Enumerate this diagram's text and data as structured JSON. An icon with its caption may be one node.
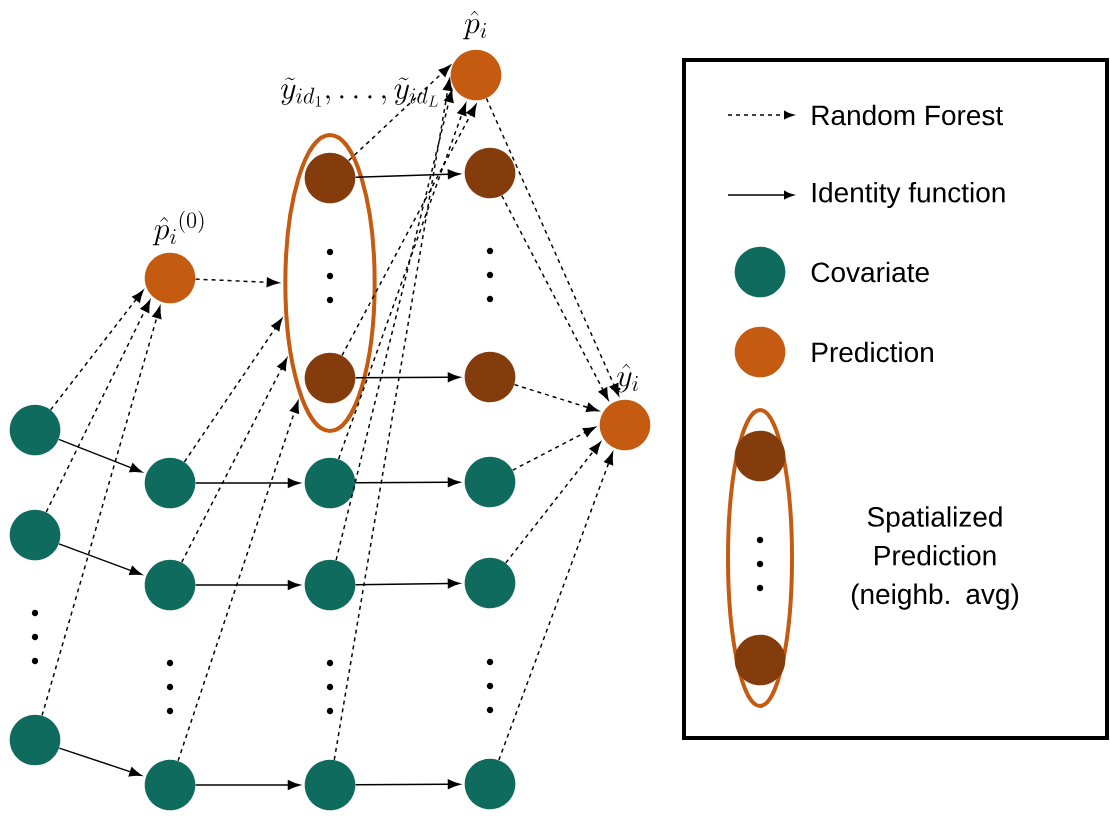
{
  "diagram": {
    "nodes": [
      {
        "text": [],
        "shape": "circle"
      },
      {
        "text": [],
        "shape": "circle"
      },
      {
        "text": [],
        "shape": "circle"
      },
      {
        "text": [
          "\\hat{p}_i{}^{(0)}"
        ]
      },
      {
        "text": [],
        "shape": "circle"
      },
      {
        "text": [],
        "shape": "circle"
      },
      {
        "text": [],
        "shape": "circle"
      },
      {
        "text": [
          "\\tilde{y}_{id_1}, \\dots, \\tilde{y}_{id_L}"
        ]
      },
      {
        "text": [],
        "shape": "circle",
        "in": 7
      },
      {
        "text": [],
        "shape": "circle",
        "in": 7
      },
      {
        "text": [],
        "shape": "circle"
      },
      {
        "text": [],
        "shape": "circle"
      },
      {
        "text": [],
        "shape": "circle"
      },
      {
        "text": [
          "\\hat{p}_i"
        ]
      },
      {
        "text": [],
        "shape": "circle"
      },
      {
        "text": [],
        "shape": "circle"
      },
      {
        "text": [],
        "shape": "circle"
      },
      {
        "text": [],
        "shape": "circle"
      },
      {
        "text": [],
        "shape": "circle"
      },
      {
        "text": [
          "\\hat{y}_i"
        ]
      }
    ],
    "edges": [
      {
        "from": 0,
        "to": 3,
        "arrow": "to",
        "style": "dashed"
      },
      {
        "from": 1,
        "to": 3,
        "arrow": "to",
        "style": "dashed"
      },
      {
        "from": 2,
        "to": 3,
        "arrow": "to",
        "style": "dashed"
      },
      {
        "from": 0,
        "to": 4,
        "arrow": "to"
      },
      {
        "from": 1,
        "to": 5,
        "arrow": "to"
      },
      {
        "from": 2,
        "to": 6,
        "arrow": "to"
      },
      {
        "from": 3,
        "to": 7,
        "arrow": "to",
        "style": "dashed"
      },
      {
        "from": 4,
        "to": 7,
        "arrow": "to",
        "style": "dashed"
      },
      {
        "from": 5,
        "to": 7,
        "arrow": "to",
        "style": "dashed"
      },
      {
        "from": 6,
        "to": 7,
        "arrow": "to",
        "style": "dashed"
      },
      {
        "from": 4,
        "to": 10,
        "arrow": "to"
      },
      {
        "from": 5,
        "to": 11,
        "arrow": "to"
      },
      {
        "from": 6,
        "to": 12,
        "arrow": "to"
      },
      {
        "from": 8,
        "to": 13,
        "arrow": "to",
        "style": "dashed"
      },
      {
        "from": 9,
        "to": 13,
        "arrow": "to",
        "style": "dashed"
      },
      {
        "from": 10,
        "to": 13,
        "arrow": "to",
        "style": "dashed"
      },
      {
        "from": 11,
        "to": 13,
        "arrow": "to",
        "style": "dashed"
      },
      {
        "from": 12,
        "to": 13,
        "arrow": "to",
        "style": "dashed"
      },
      {
        "from": 8,
        "to": 14,
        "arrow": "to"
      },
      {
        "from": 9,
        "to": 15,
        "arrow": "to"
      },
      {
        "from": 10,
        "to": 16,
        "arrow": "to"
      },
      {
        "from": 11,
        "to": 17,
        "arrow": "to"
      },
      {
        "from": 12,
        "to": 18,
        "arrow": "to"
      },
      {
        "from": 13,
        "to": 19,
        "arrow": "to",
        "style": "dashed"
      },
      {
        "from": 14,
        "to": 19,
        "arrow": "to",
        "style": "dashed"
      },
      {
        "from": 15,
        "to": 19,
        "arrow": "to",
        "style": "dashed"
      },
      {
        "from": 16,
        "to": 19,
        "arrow": "to",
        "style": "dashed"
      },
      {
        "from": 17,
        "to": 19,
        "arrow": "to",
        "style": "dashed"
      },
      {
        "from": 18,
        "to": 19,
        "arrow": "to",
        "style": "dashed"
      }
    ],
    "legend": [
      {
        "text": "Random Forest"
      },
      {
        "text": "Identity function"
      },
      {
        "text": "Covariate",
        "color": "#0f6b5d"
      },
      {
        "text": "Prediction",
        "color": "#c55a11"
      },
      {
        "text": "Spatialized Prediction (neighb. avg)"
      }
    ]
  }
}
